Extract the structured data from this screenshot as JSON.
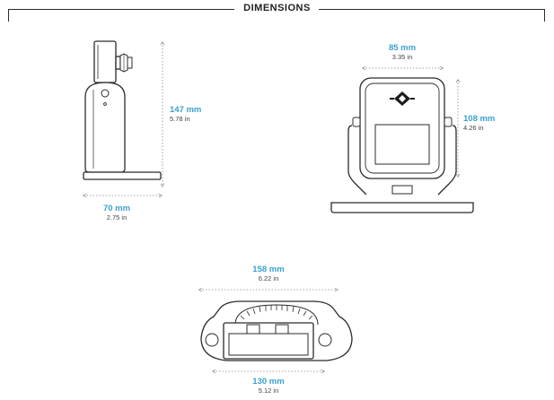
{
  "heading": "DIMENSIONS",
  "side_view": {
    "height": {
      "mm": "147 mm",
      "in": "5.78 in"
    },
    "depth": {
      "mm": "70 mm",
      "in": "2.75 in"
    }
  },
  "front_view": {
    "width": {
      "mm": "85 mm",
      "in": "3.35 in"
    },
    "height": {
      "mm": "108 mm",
      "in": "4.26 in"
    }
  },
  "top_view": {
    "overall_width": {
      "mm": "158 mm",
      "in": "6.22 in"
    },
    "inner_width": {
      "mm": "130 mm",
      "in": "5.12 in"
    }
  },
  "colors": {
    "dimension_mm": "#3aa0cf",
    "line": "#2b2b2b",
    "guide": "#9a9a9a"
  }
}
